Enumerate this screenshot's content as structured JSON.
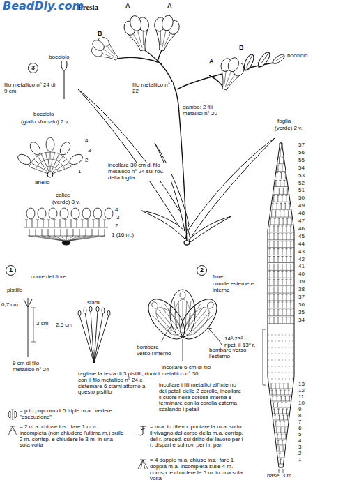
{
  "diagram": {
    "title": "Fresia",
    "nodes": [
      {
        "text": [
          "3"
        ]
      },
      {
        "text": [
          "1"
        ]
      },
      {
        "text": [
          "2"
        ]
      }
    ],
    "labels": [
      "BeadDiy.com",
      "B",
      "A",
      "A",
      "A",
      "B",
      "bocciolo",
      "filo metallico n° 24 di 9 cm",
      "bocciolo",
      "(giallo sfumato) 2 v.",
      "4",
      "3",
      "2",
      "1",
      "anello",
      "calice",
      "(verde) 8 v.",
      "4",
      "3",
      "2",
      "1 (16 m.)",
      "filo metallico n° 22",
      "gambo: 2 fili metallici n° 20",
      "bocciolo",
      "incollare 30 cm di filo metallico n° 24 sul rov. della foglia",
      "foglia",
      "(verde) 2 v.",
      "cuore del fiore",
      "pistillo",
      "0,7 cm",
      "3 cm",
      "2,5 cm",
      "9 cm di filo metallico n° 24",
      "stami",
      "tagliare la testa di 3 pistilli, riunirli con il filo metallico n° 24 e sistemare 6 stami attorno a questo pistillo",
      "fiore:",
      "corolle esterne e interne",
      "bombare verso l'interno",
      "bombare verso l'esterno",
      "incollare 6 cm di filo metallico n° 30",
      "incollare i fili metallici all'interno dei petali delle 2 corolle, incollare il cuore nella corolla interna e terminare con la corolla esterna scalando i petali",
      "14ª-23ª r.: ripet. il 13ª r.",
      "base: 3 m.",
      "57",
      "56",
      "55",
      "54",
      "53",
      "52",
      "51",
      "50",
      "49",
      "48",
      "47",
      "46",
      "45",
      "44",
      "43",
      "42",
      "41",
      "40",
      "39",
      "38",
      "37",
      "36",
      "35",
      "34",
      "13",
      "12",
      "11",
      "10",
      "9",
      "8",
      "7",
      "6",
      "5",
      "4",
      "3",
      "2",
      "1"
    ],
    "legend": [
      {
        "text": "= p.to popcorn di 5 triple m.a.: vedere \"esecuzione\""
      },
      {
        "text": "= 2 m.a. chiuse ins.: fare 1 m.a. incompleta (non chiudere l'ultima m.) sulle 2 m. corrisp. e chiudere le 3 m. in una sola volta"
      },
      {
        "text": "= m.a. in rilievo: puntare la m.a. sotto il vivagno del corpo della m.a. corrisp. del r. preced. sul dritto del lavoro per i r. dispari e sul rov. per i r. pari"
      },
      {
        "text": "= 4 doppie m.a. chiuse ins.: fare 1 doppia m.a. incompleta sulle 4 m. corrisp. e chiudere le 5 m. in una sola volta"
      }
    ]
  }
}
